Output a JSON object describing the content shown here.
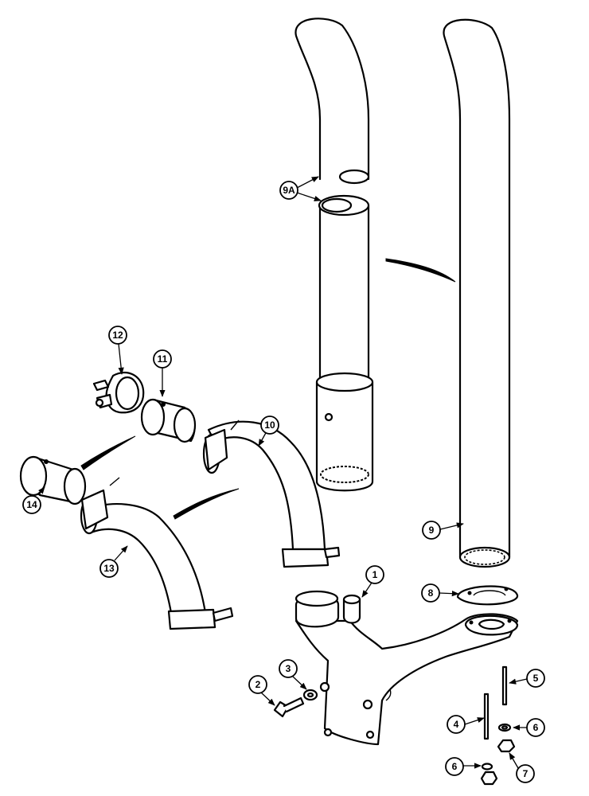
{
  "callouts": {
    "c1": "1",
    "c2": "2",
    "c3": "3",
    "c4": "4",
    "c5": "5",
    "c6a": "6",
    "c6b": "6",
    "c7": "7",
    "c8": "8",
    "c9": "9",
    "c9a": "9A",
    "c10": "10",
    "c11": "11",
    "c12": "12",
    "c13": "13",
    "c14": "14"
  }
}
